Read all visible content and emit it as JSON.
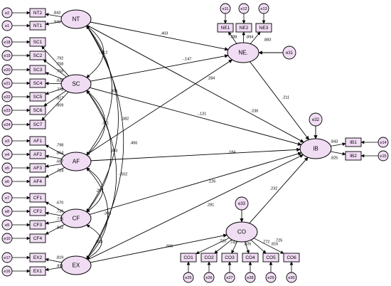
{
  "colors": {
    "fill": "#f0dcf3",
    "stroke": "#000000"
  },
  "latent": [
    {
      "id": "NT",
      "label": "NT"
    },
    {
      "id": "SC",
      "label": "SC"
    },
    {
      "id": "AF",
      "label": "AF"
    },
    {
      "id": "CF",
      "label": "CF"
    },
    {
      "id": "EX",
      "label": "EX"
    },
    {
      "id": "NE",
      "label": "NE."
    },
    {
      "id": "IB",
      "label": "IB"
    },
    {
      "id": "CO",
      "label": "CO"
    }
  ],
  "indicators": [
    {
      "id": "NT2",
      "label": "NT2",
      "latent": "NT",
      "error": "e2",
      "loading": ".843"
    },
    {
      "id": "NT1",
      "label": "NT1",
      "latent": "NT",
      "error": "e1",
      "loading": ".949"
    },
    {
      "id": "SC1",
      "label": "SC1",
      "latent": "SC",
      "error": "e18",
      "loading": ".792"
    },
    {
      "id": "SC2",
      "label": "SC2",
      "latent": "SC",
      "error": "e19",
      "loading": ".758"
    },
    {
      "id": "SC3",
      "label": "SC3",
      "latent": "SC",
      "error": "e20",
      "loading": ".758"
    },
    {
      "id": "SC4",
      "label": "SC4",
      "latent": "SC",
      "error": "e21",
      "loading": ".828"
    },
    {
      "id": "SC5",
      "label": "SC5",
      "latent": "SC",
      "error": "e22",
      "loading": ".778"
    },
    {
      "id": "SC6",
      "label": "SC6",
      "latent": "SC",
      "error": "e23",
      "loading": ".817"
    },
    {
      "id": "SC7",
      "label": "SC7",
      "latent": "SC",
      "error": "e24",
      "loading": ".809"
    },
    {
      "id": "AF1",
      "label": "AF1",
      "latent": "AF",
      "error": "e3",
      "loading": ".798"
    },
    {
      "id": "AF2",
      "label": "AF2",
      "latent": "AF",
      "error": "e4",
      "loading": ".864"
    },
    {
      "id": "AF3",
      "label": "AF3",
      "latent": "AF",
      "error": "e5",
      "loading": ".687"
    },
    {
      "id": "AF4",
      "label": "AF4",
      "latent": "AF",
      "error": "e6",
      "loading": ".724"
    },
    {
      "id": "CF1",
      "label": "CF1",
      "latent": "CF",
      "error": "e7",
      "loading": ".670"
    },
    {
      "id": "CF2",
      "label": "CF2",
      "latent": "CF",
      "error": "e8",
      "loading": ".736"
    },
    {
      "id": "CF3",
      "label": "CF3",
      "latent": "CF",
      "error": "e9",
      "loading": ".776"
    },
    {
      "id": "CF4",
      "label": "CF4",
      "latent": "CF",
      "error": "e10",
      "loading": ".842"
    },
    {
      "id": "EX2",
      "label": "EX2",
      "latent": "EX",
      "error": "e17",
      "loading": ".819"
    },
    {
      "id": "EX1",
      "label": "EX1",
      "latent": "EX",
      "error": "e16",
      "loading": ".811"
    },
    {
      "id": "NE1",
      "label": "NE1",
      "latent": "NE",
      "error": "e11",
      "loading": ".788"
    },
    {
      "id": "NE2",
      "label": "NE2",
      "latent": "NE",
      "error": "e12",
      "loading": ".894"
    },
    {
      "id": "NE3",
      "label": "NE3",
      "latent": "NE",
      "error": "e13",
      "loading": ".883"
    },
    {
      "id": "IB1",
      "label": "IB1",
      "latent": "IB",
      "error": "e14",
      "loading": ".843"
    },
    {
      "id": "IB2",
      "label": "IB2",
      "latent": "IB",
      "error": "e15",
      "loading": ".825"
    },
    {
      "id": "CO1",
      "label": "CO1",
      "latent": "CO",
      "error": "e25",
      "loading": ".720"
    },
    {
      "id": "CO2",
      "label": "CO2",
      "latent": "CO",
      "error": "e26",
      "loading": ".747"
    },
    {
      "id": "CO3",
      "label": "CO3",
      "latent": "CO",
      "error": "e27",
      "loading": ".826"
    },
    {
      "id": "CO4",
      "label": "CO4",
      "latent": "CO",
      "error": "e28",
      "loading": ".816"
    },
    {
      "id": "CO5",
      "label": "CO5",
      "latent": "CO",
      "error": "e29",
      "loading": ".772"
    },
    {
      "id": "CO6",
      "label": "CO6",
      "latent": "CO",
      "error": "e30",
      "loading": ".725"
    }
  ],
  "disturbances": [
    {
      "id": "e31",
      "latent": "NE"
    },
    {
      "id": "e32",
      "latent": "IB"
    },
    {
      "id": "e33",
      "latent": "CO"
    }
  ],
  "paths": [
    {
      "from": "NT",
      "to": "NE",
      "label": ".403"
    },
    {
      "from": "SC",
      "to": "NE",
      "label": "-.147"
    },
    {
      "from": "AF",
      "to": "NE",
      "label": ".284"
    },
    {
      "from": "NT",
      "to": "IB",
      "label": ".236"
    },
    {
      "from": "SC",
      "to": "IB",
      "label": "-.131"
    },
    {
      "from": "AF",
      "to": "IB",
      "label": ".184"
    },
    {
      "from": "CF",
      "to": "IB",
      "label": ".126"
    },
    {
      "from": "EX",
      "to": "IB",
      "label": ".281"
    },
    {
      "from": "NE",
      "to": "IB",
      "label": ".211"
    },
    {
      "from": "CO",
      "to": "IB",
      "label": ".232"
    },
    {
      "from": "EX",
      "to": "CO",
      "label": ".606"
    }
  ],
  "covariances": [
    {
      "a": "NT",
      "b": "SC",
      "label": "-.412"
    },
    {
      "a": "SC",
      "b": "AF",
      "label": ".311"
    },
    {
      "a": "AF",
      "b": "CF",
      "label": ".287"
    },
    {
      "a": "CF",
      "b": "EX",
      "label": ".393"
    },
    {
      "a": "NT",
      "b": "AF",
      "label": ".382"
    },
    {
      "a": "NT",
      "b": "CF",
      "label": ".456"
    },
    {
      "a": "NT",
      "b": "EX",
      "label": "-.502"
    },
    {
      "a": "SC",
      "b": "CF",
      "label": ".303"
    },
    {
      "a": "SC",
      "b": "EX",
      "label": ".305"
    },
    {
      "a": "AF",
      "b": "EX",
      "label": ".303"
    }
  ]
}
